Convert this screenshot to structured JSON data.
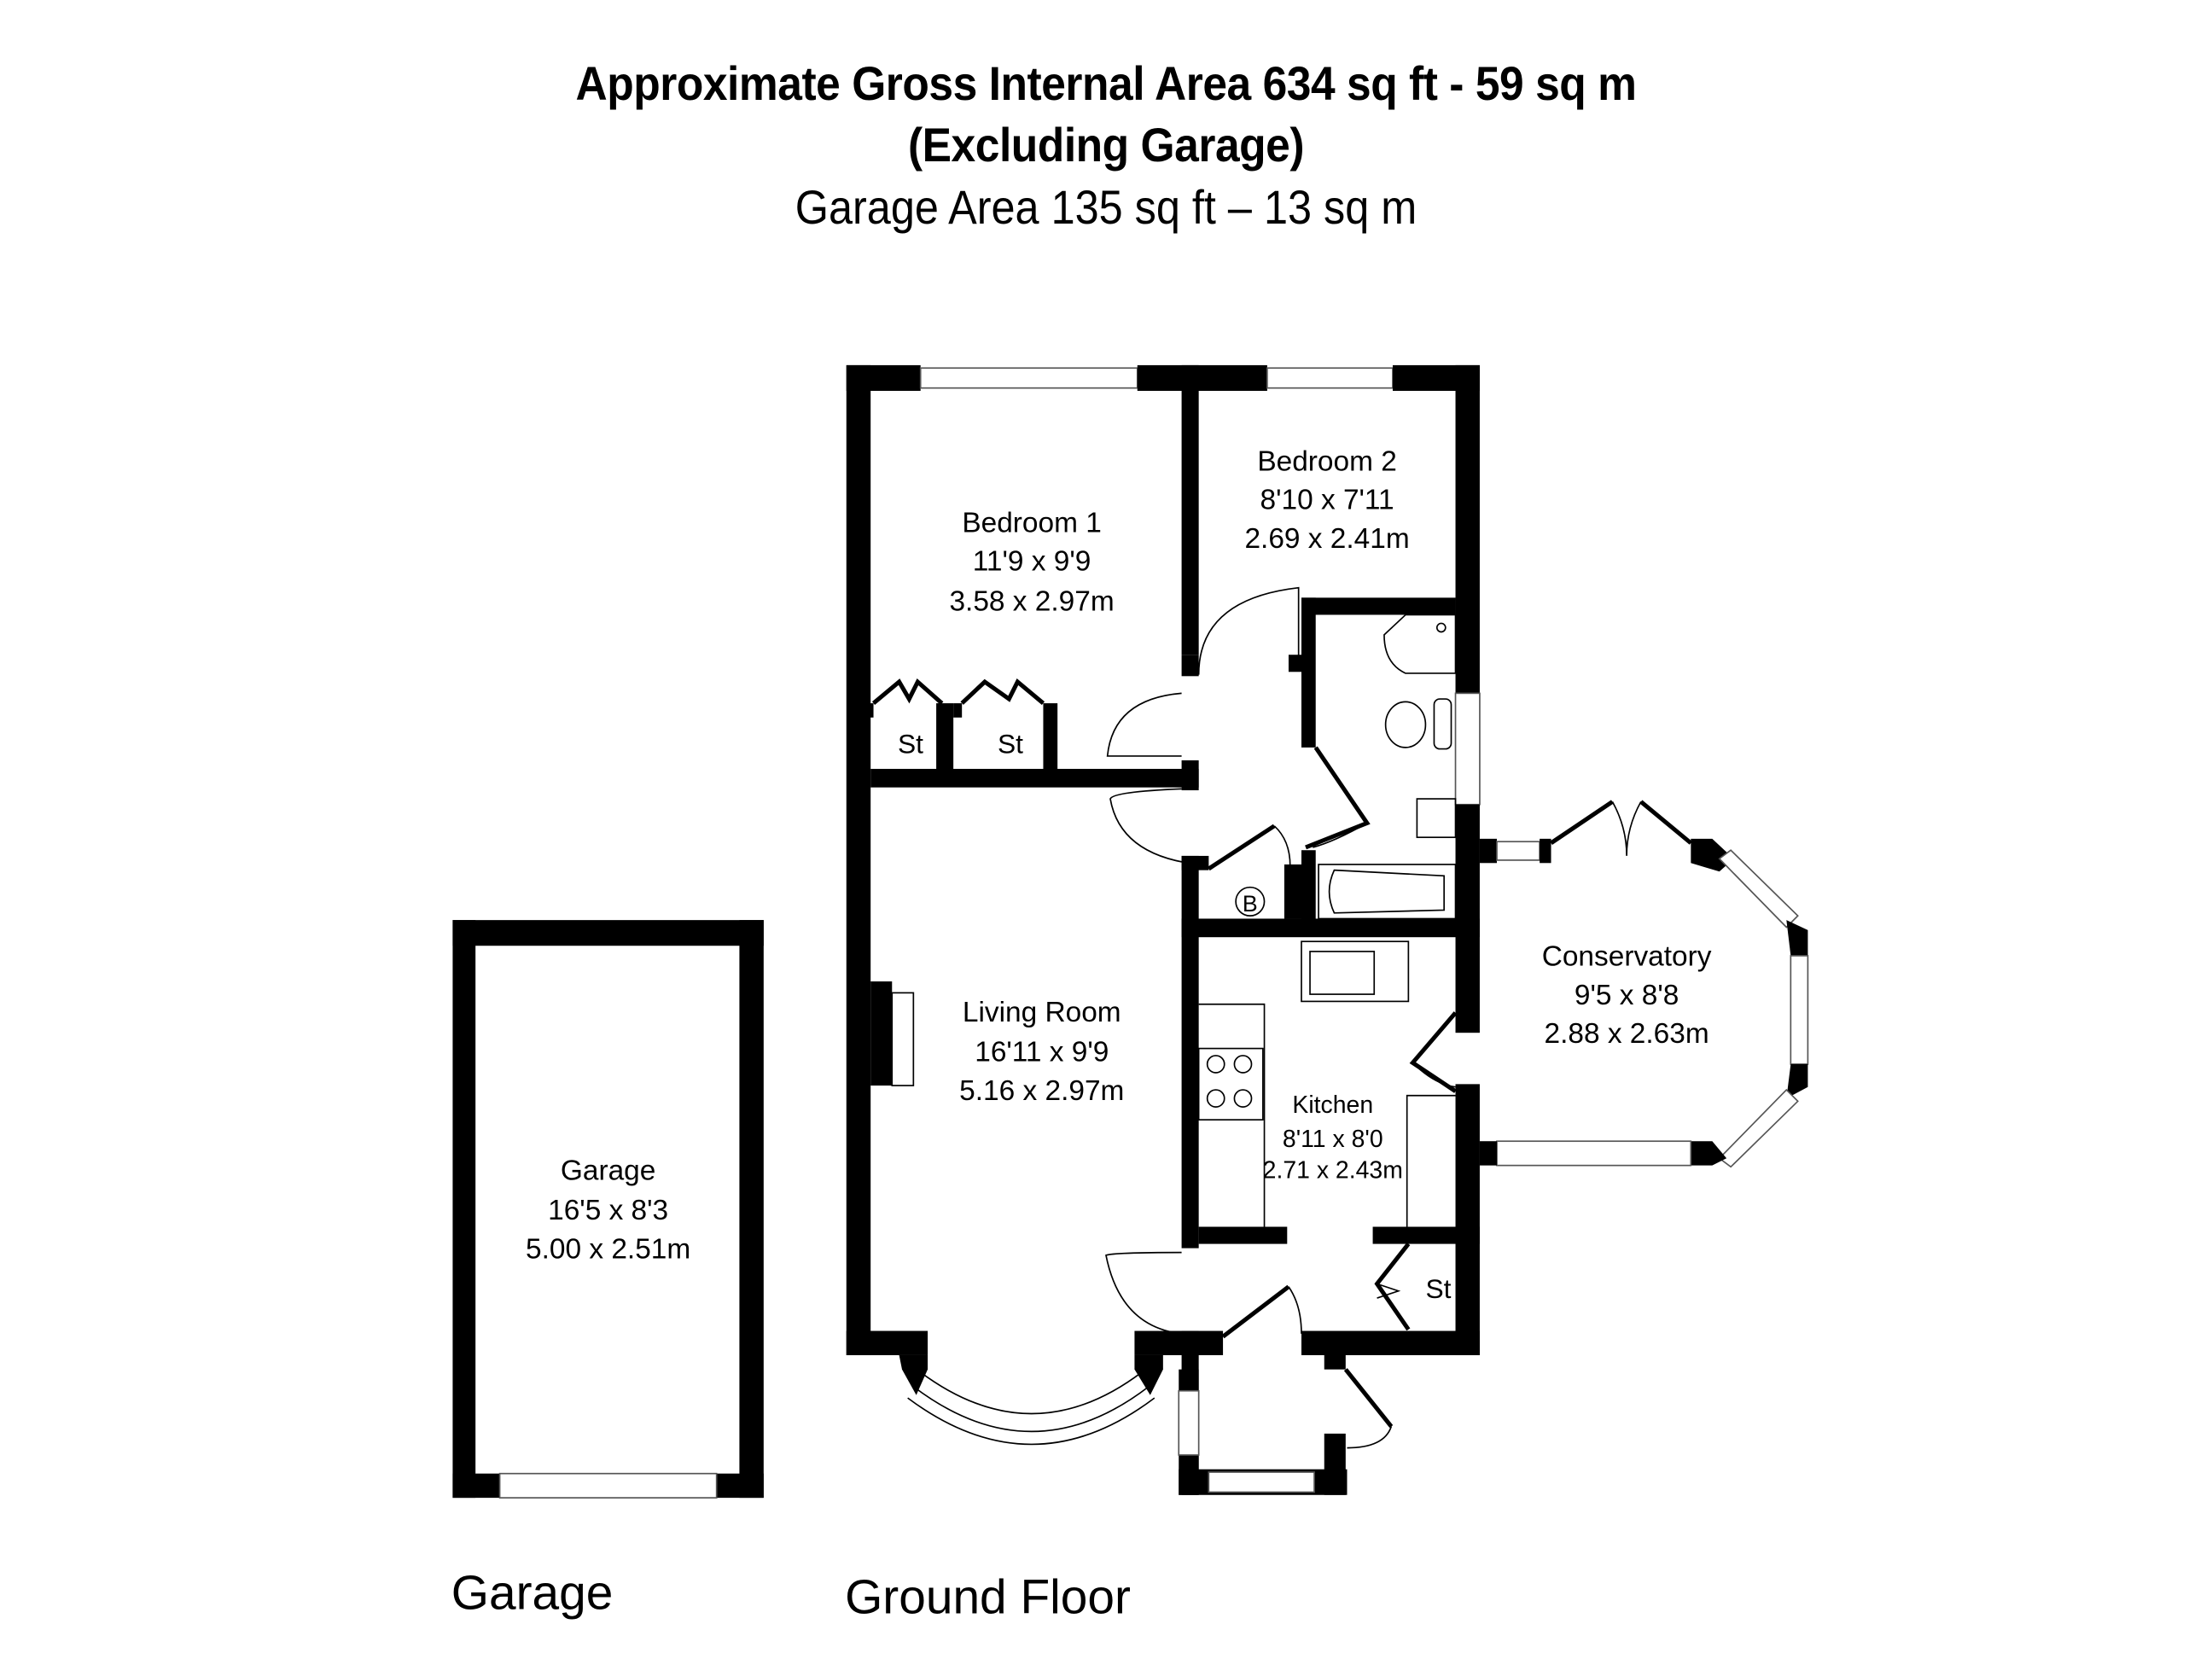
{
  "header": {
    "title_line1": "Approximate Gross Internal Area 634 sq ft - 59 sq m",
    "title_line2": "(Excluding Garage)",
    "subtitle": "Garage Area 135 sq ft – 13 sq m"
  },
  "rooms": {
    "bedroom1": {
      "name": "Bedroom 1",
      "imperial": "11'9 x 9'9",
      "metric": "3.58 x 2.97m"
    },
    "bedroom2": {
      "name": "Bedroom 2",
      "imperial": "8'10 x 7'11",
      "metric": "2.69 x 2.41m"
    },
    "living": {
      "name": "Living Room",
      "imperial": "16'11 x 9'9",
      "metric": "5.16 x 2.97m"
    },
    "kitchen": {
      "name": "Kitchen",
      "imperial": "8'11 x 8'0",
      "metric": "2.71 x 2.43m"
    },
    "conservatory": {
      "name": "Conservatory",
      "imperial": "9'5 x 8'8",
      "metric": "2.88 x 2.63m"
    },
    "garage": {
      "name": "Garage",
      "imperial": "16'5 x 8'3",
      "metric": "5.00 x 2.51m"
    }
  },
  "storage": {
    "st1": "St",
    "st2": "St",
    "st3": "St"
  },
  "boiler": {
    "label": "B"
  },
  "icons": [
    "door-swing-icon",
    "window-icon",
    "toilet-icon",
    "sink-icon",
    "bath-icon",
    "shower-icon",
    "hob-icon",
    "boiler-icon",
    "fireplace-icon"
  ],
  "floor_labels": {
    "garage": "Garage",
    "ground": "Ground Floor"
  }
}
